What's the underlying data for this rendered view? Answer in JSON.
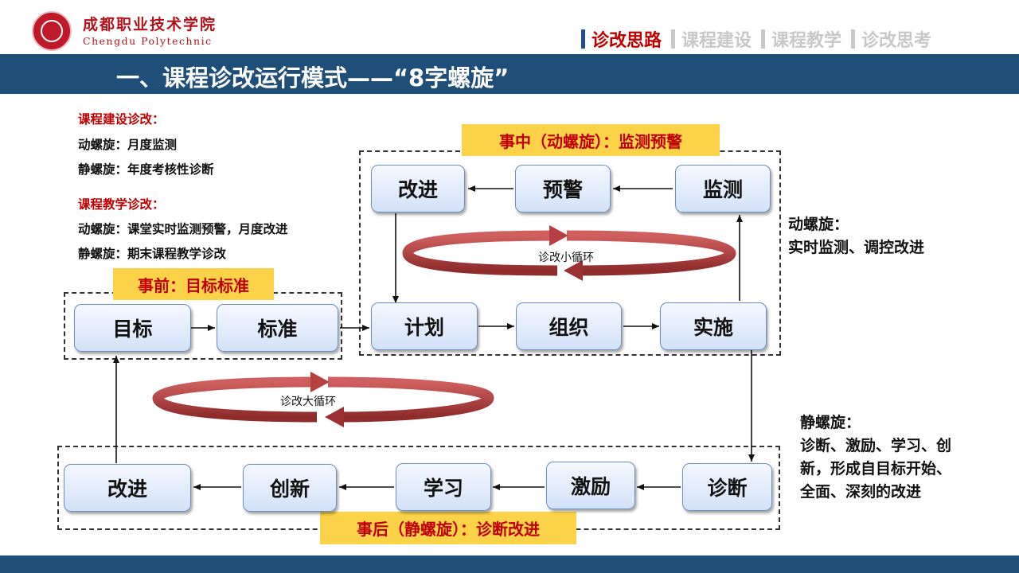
{
  "header": {
    "logo_cn": "成都职业技术学院",
    "logo_en": "Chengdu Polytechnic",
    "title": "一、课程诊改运行模式——“8字螺旋”"
  },
  "nav": {
    "items": [
      {
        "label": "诊改思路",
        "active": true
      },
      {
        "label": "课程建设",
        "active": false
      },
      {
        "label": "课程教学",
        "active": false
      },
      {
        "label": "诊改思考",
        "active": false
      }
    ]
  },
  "notes": {
    "construction_heading": "课程建设诊改：",
    "construction_dynamic": "动螺旋：月度监测",
    "construction_static": "静螺旋：年度考核性诊断",
    "teaching_heading": "课程教学诊改：",
    "teaching_dynamic": "动螺旋：课堂实时监测预警，月度改进",
    "teaching_static": "静螺旋：期末课程教学诊改"
  },
  "labels": {
    "before": "事前：目标标准",
    "during": "事中（动螺旋）：监测预警",
    "after": "事后（静螺旋）：诊断改进"
  },
  "nodes": {
    "goal": "目标",
    "standard": "标准",
    "plan": "计划",
    "organize": "组织",
    "implement": "实施",
    "monitor": "监测",
    "warning": "预警",
    "improve_top": "改进",
    "diagnose": "诊断",
    "motivate": "激励",
    "learn": "学习",
    "innovate": "创新",
    "improve_bottom": "改进"
  },
  "loops": {
    "small": "诊改小循环",
    "big": "诊改大循环"
  },
  "side": {
    "dynamic_title": "动螺旋：",
    "dynamic_text": "实时监测、调控改进",
    "static_title": "静螺旋：",
    "static_line1": "诊断、激励、学习、创",
    "static_line2": "新，形成自目标开始、",
    "static_line3": "全面、深刻的改进"
  },
  "colors": {
    "brand_red": "#b3121c",
    "title_band": "#1f4e79",
    "label_yellow": "#fcd348",
    "loop_red": "#b84040"
  }
}
